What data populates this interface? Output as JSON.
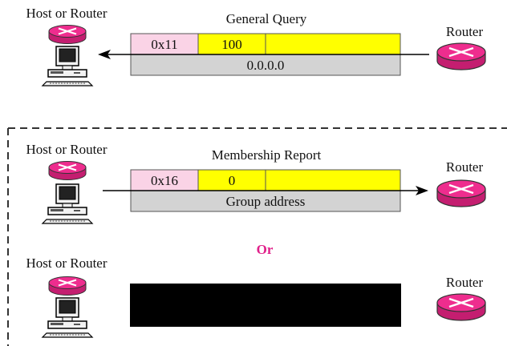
{
  "labels": {
    "host_or_router": "Host or Router",
    "router": "Router",
    "or": "Or"
  },
  "general_query": {
    "title": "General Query",
    "type_value": "0x11",
    "response_time": "100",
    "group_address": "0.0.0.0"
  },
  "membership_report": {
    "title": "Membership Report",
    "type_value": "0x16",
    "response_time": "0",
    "group_address": "Group address"
  },
  "colors": {
    "type_field": "#fad3e6",
    "response_field": "#ffff00",
    "address_field": "#d3d3d3",
    "router_pink": "#ee2d8e",
    "or_accent": "#e0208a",
    "redacted": "#000000"
  },
  "icons": [
    "router-icon",
    "computer-icon",
    "left-arrow-icon",
    "right-arrow-icon"
  ]
}
